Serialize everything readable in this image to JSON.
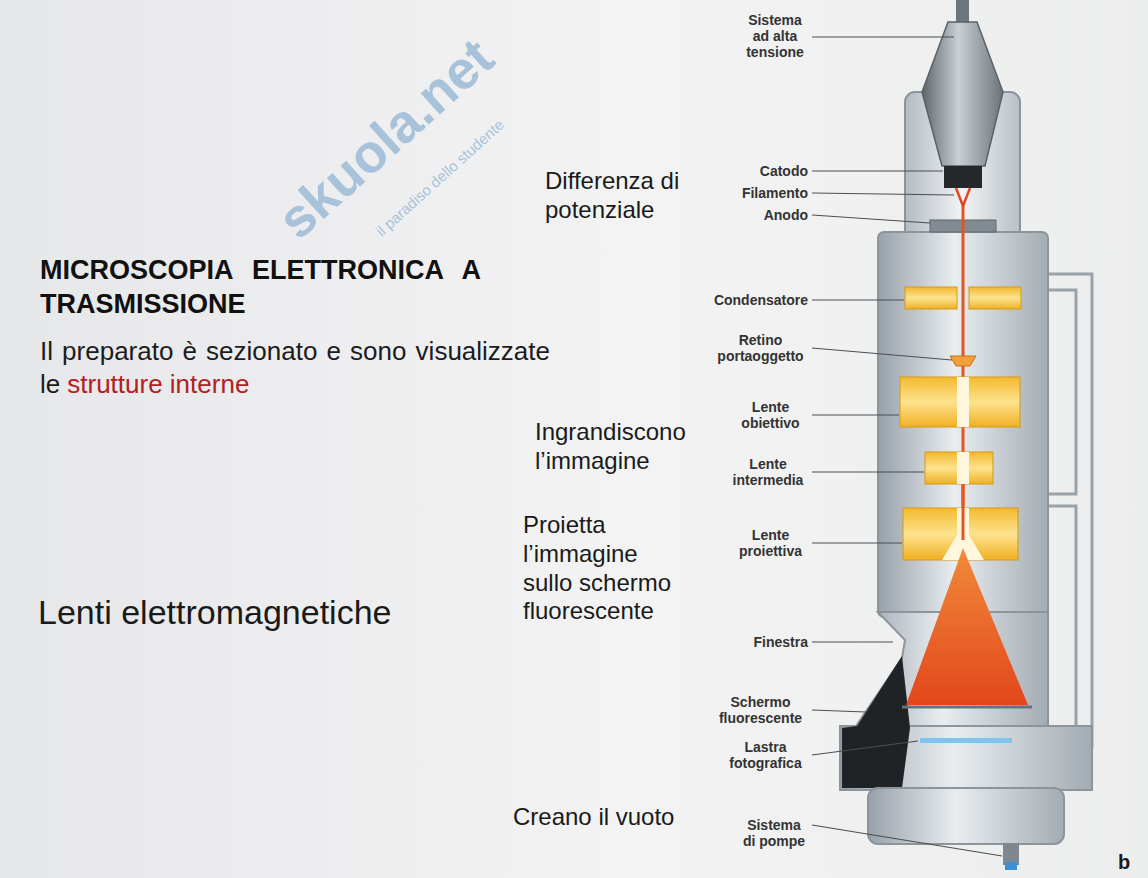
{
  "diagram": {
    "title": "MICROSCOPIA ELETTRONICA A TRASMISSIONE",
    "labels": [
      "Il preparato è sezionato e sono visualizzate le",
      "strutture interne",
      "Lenti elettromagnetiche",
      "Differenza di potenziale",
      "Ingrandiscono l’immagine",
      "Proietta l’immagine sullo schermo fluorescente",
      "Creano il vuoto",
      "Sistema ad alta tensione",
      "Catodo",
      "Filamento",
      "Anodo",
      "Condensatore",
      "Retino portaoggetto",
      "Lente obiettivo",
      "Lente intermedia",
      "Lente proiettiva",
      "Finestra",
      "Schermo fluorescente",
      "Lastra fotografica",
      "Sistema di pompe",
      "b",
      "skuola.net",
      "il paradiso dello studente"
    ]
  }
}
